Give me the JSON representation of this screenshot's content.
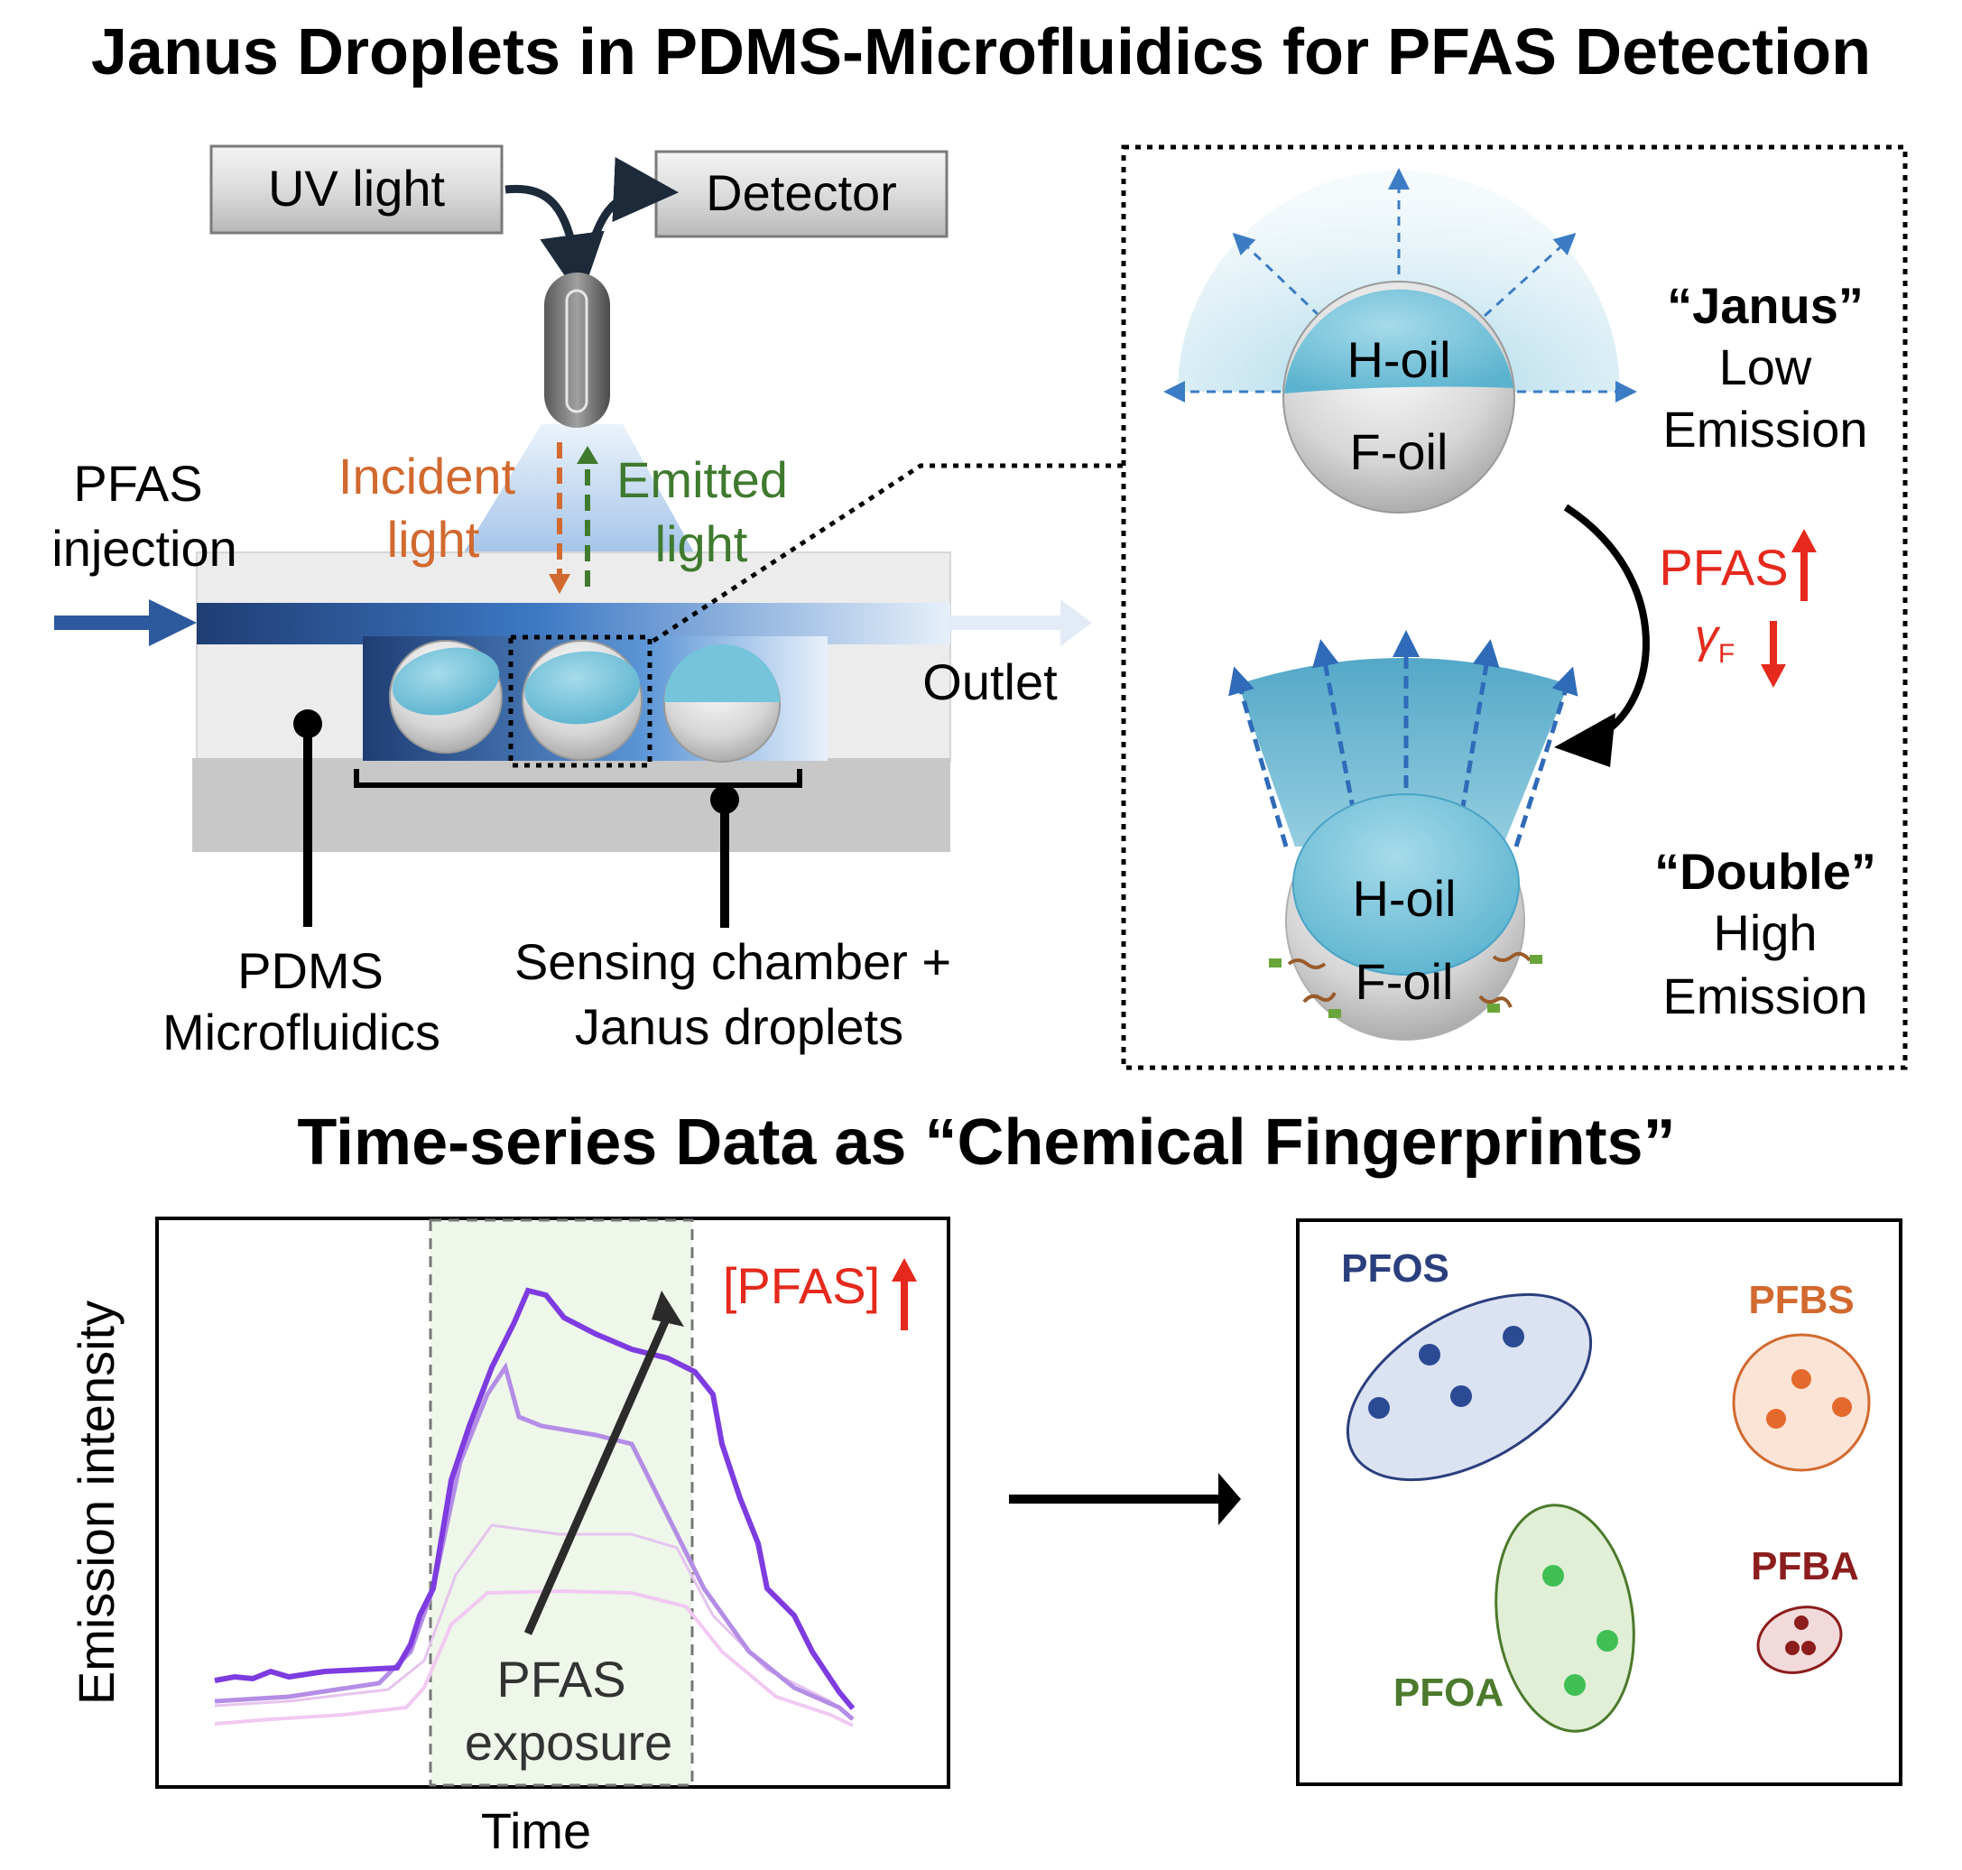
{
  "title_top": "Janus Droplets in PDMS-Microfluidics for PFAS Detection",
  "title_bottom": "Time-series Data as “Chemical Fingerprints”",
  "setup": {
    "uv_light": "UV light",
    "detector": "Detector",
    "pfas_injection_1": "PFAS",
    "pfas_injection_2": "injection",
    "incident_1": "Incident",
    "incident_2": "light",
    "emitted_1": "Emitted",
    "emitted_2": "light",
    "outlet": "Outlet",
    "pdms_1": "PDMS",
    "pdms_2": "Microfluidics",
    "sensing_1": "Sensing chamber +",
    "sensing_2": "Janus droplets"
  },
  "zoom": {
    "h_oil": "H-oil",
    "f_oil": "F-oil",
    "janus_name": "“Janus”",
    "janus_em_1": "Low",
    "janus_em_2": "Emission",
    "double_name": "“Double”",
    "double_em_1": "High",
    "double_em_2": "Emission",
    "pfas": "PFAS",
    "gamma": "γ",
    "gamma_sub": "F"
  },
  "plot": {
    "ylabel": "Emission intensity",
    "xlabel": "Time",
    "exposure_1": "PFAS",
    "exposure_2": "exposure",
    "pfas_conc": "[PFAS]"
  },
  "clusters": [
    {
      "name": "PFOS",
      "color": "#2b3f7e",
      "fill": "#dbe3f2"
    },
    {
      "name": "PFBS",
      "color": "#d2692f",
      "fill": "#fbe3d6"
    },
    {
      "name": "PFOA",
      "color": "#4c7a2c",
      "fill": "#e1efd6"
    },
    {
      "name": "PFBA",
      "color": "#8c1d1d",
      "fill": "#f2dada"
    }
  ],
  "colors": {
    "incident": "#d2692f",
    "emitted": "#3f7a2e",
    "pfas_red": "#e5291d",
    "channel_blue": "#234a86",
    "line_purple": "#7e3ce0"
  }
}
